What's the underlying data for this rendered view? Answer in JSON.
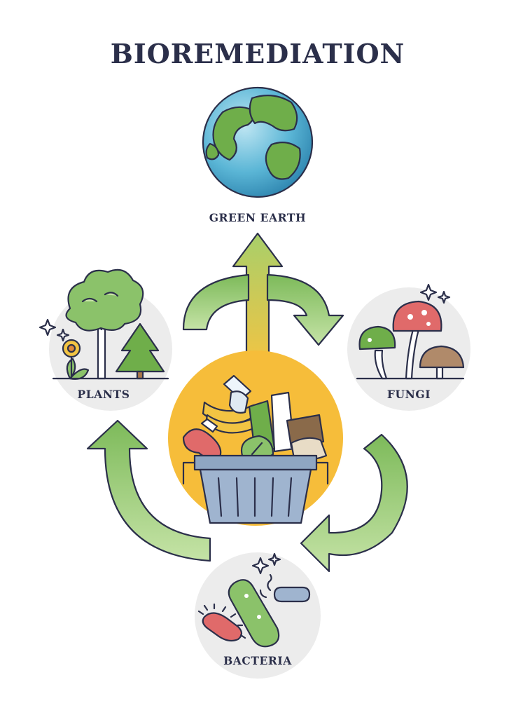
{
  "title": "BIOREMEDIATION",
  "labels": {
    "earth": "GREEN EARTH",
    "plants": "PLANTS",
    "fungi": "FUNGI",
    "bacteria": "BACTERIA"
  },
  "colors": {
    "ink": "#2b2f4a",
    "arrow_green": "#8bc26a",
    "arrow_yellow": "#f2c443",
    "circle_bg": "#ececec",
    "waste_bg": "#f6bd3a",
    "ocean": "#5bb6d6",
    "land": "#6fae4a"
  },
  "icons": [
    "earth-globe-icon",
    "tree-icon",
    "pine-tree-icon",
    "flower-icon",
    "mushroom-icon",
    "bacteria-icon",
    "trash-can-icon",
    "sparkle-icon"
  ]
}
